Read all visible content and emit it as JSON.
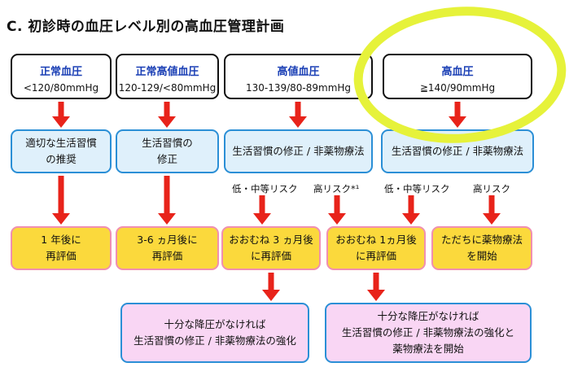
{
  "title": "C. 初診時の血圧レベル別の高血圧管理計画",
  "categories": [
    {
      "name": "正常血圧",
      "range": "<120/80mmHg"
    },
    {
      "name": "正常高値血圧",
      "range": "120-129/<80mmHg"
    },
    {
      "name": "高値血圧",
      "range": "130-139/80-89mmHg"
    },
    {
      "name": "高血圧",
      "range": "≧140/90mmHg"
    }
  ],
  "first_actions": [
    "適切な生活習慣\nの推奨",
    "生活習慣の\n修正",
    "生活習慣の修正 / 非薬物療法",
    "生活習慣の修正 / 非薬物療法"
  ],
  "risk_labels": [
    "低・中等リスク",
    "高リスク*¹",
    "低・中等リスク",
    "高リスク"
  ],
  "reevaluations": [
    "1 年後に\n再評価",
    "3-6 ヵ月後に\n再評価",
    "おおむね 3 ヵ月後\nに再評価",
    "おおむね 1ヵ月後\nに再評価",
    "ただちに薬物療法\nを開始"
  ],
  "followups": [
    "十分な降圧がなければ\n生活習慣の修正 / 非薬物療法の強化",
    "十分な降圧がなければ\n生活習慣の修正 / 非薬物療法の強化と\n薬物療法を開始"
  ],
  "colors": {
    "arrow": "#e8231a",
    "category_text": "#1a3fb5",
    "highlight": "#e6f23a",
    "action_fill": "#dff0fb",
    "result_fill": "#fbd93c",
    "followup_fill": "#f9d6f4"
  }
}
